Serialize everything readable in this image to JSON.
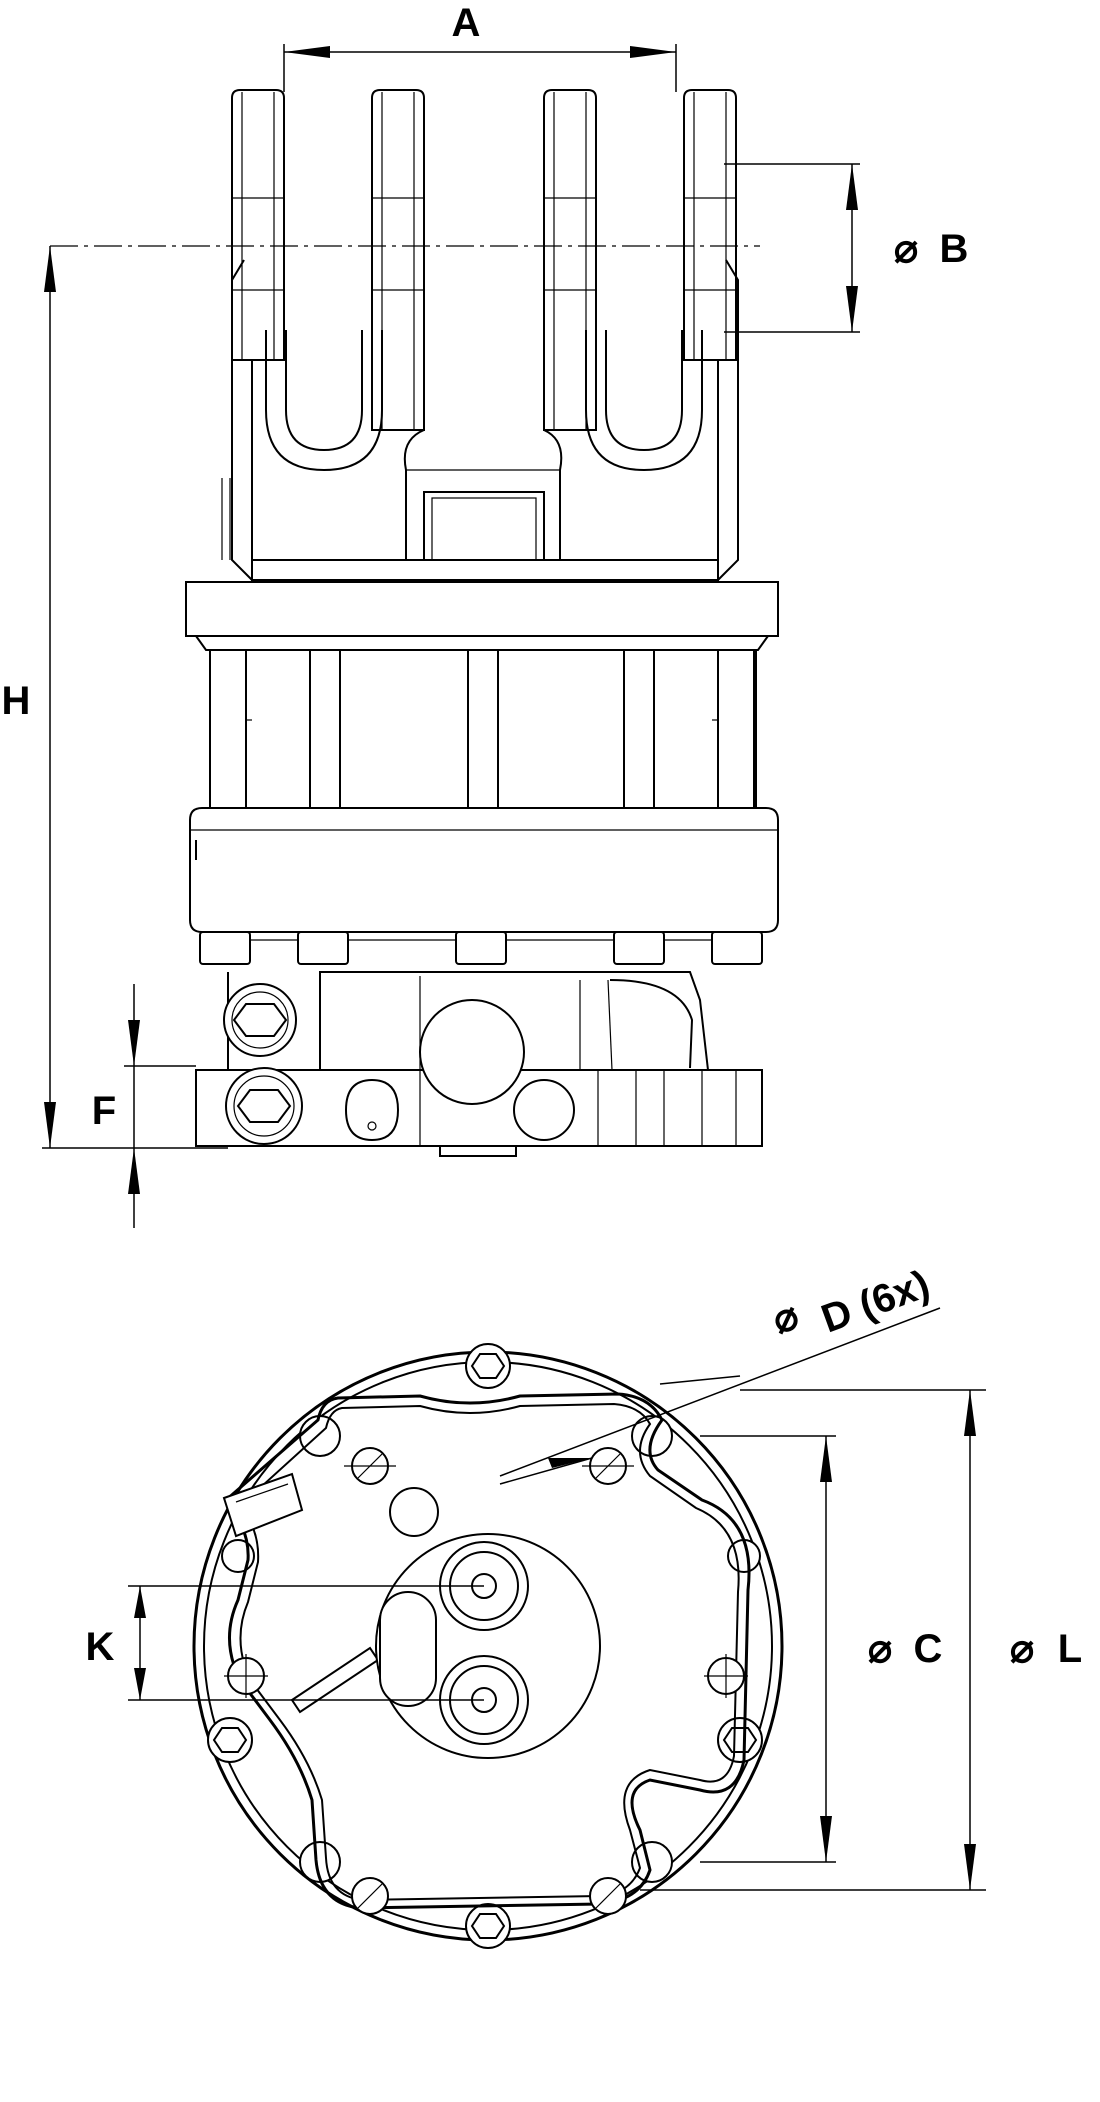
{
  "labels": {
    "A": "A",
    "B": "B",
    "H": "H",
    "F": "F",
    "D": "D (6x)",
    "C": "C",
    "L": "L",
    "K": "K",
    "diameter": "⌀"
  }
}
